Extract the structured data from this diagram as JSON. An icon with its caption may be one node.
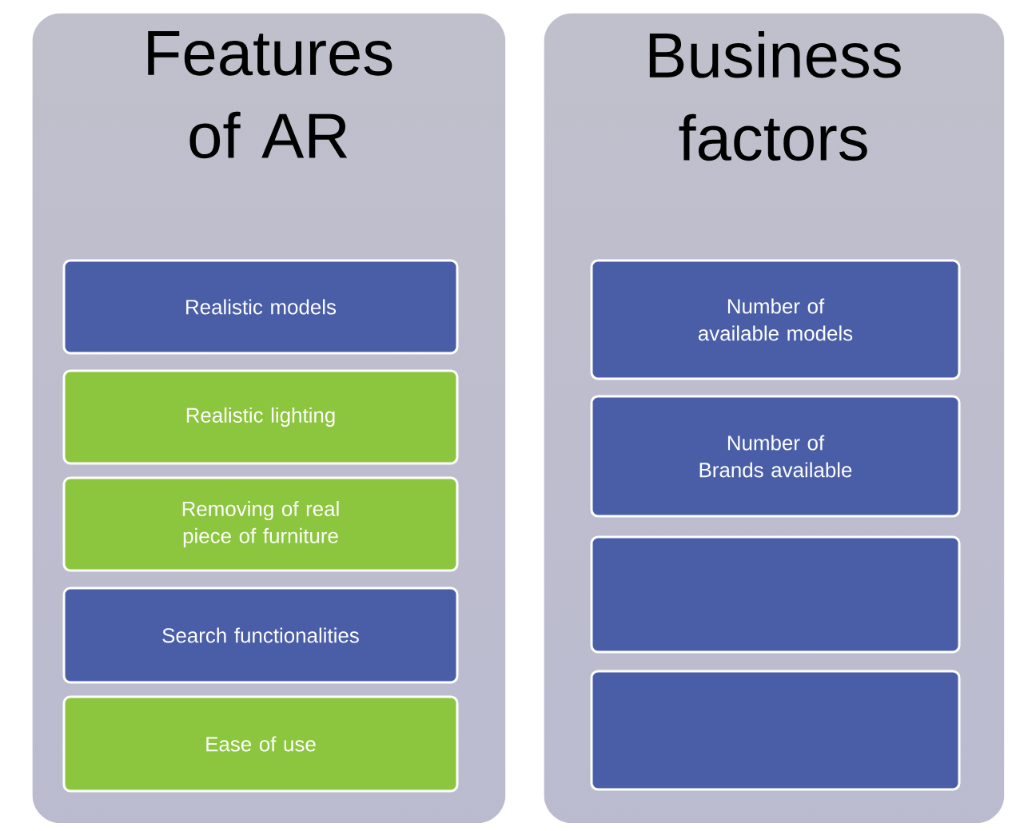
{
  "diagram": {
    "nodes": [
      {
        "text": [
          "Features of AR"
        ]
      },
      {
        "text": [
          "Realistic  models"
        ],
        "in": 0
      },
      {
        "text": [
          "Realistic lighting"
        ],
        "in": 0
      },
      {
        "text": [
          "Removing of real piece of furniture"
        ],
        "in": 0
      },
      {
        "text": [
          "Search functionalities"
        ],
        "in": 0
      },
      {
        "text": [
          "Ease of use"
        ],
        "in": 0
      },
      {
        "text": [
          "Business factors"
        ]
      },
      {
        "text": [
          "Number of available models"
        ],
        "in": 6
      },
      {
        "text": [
          "Number of Brands available"
        ],
        "in": 6
      },
      {
        "text": [],
        "shape": "box",
        "in": 6
      },
      {
        "text": [],
        "shape": "box",
        "in": 6
      }
    ]
  }
}
